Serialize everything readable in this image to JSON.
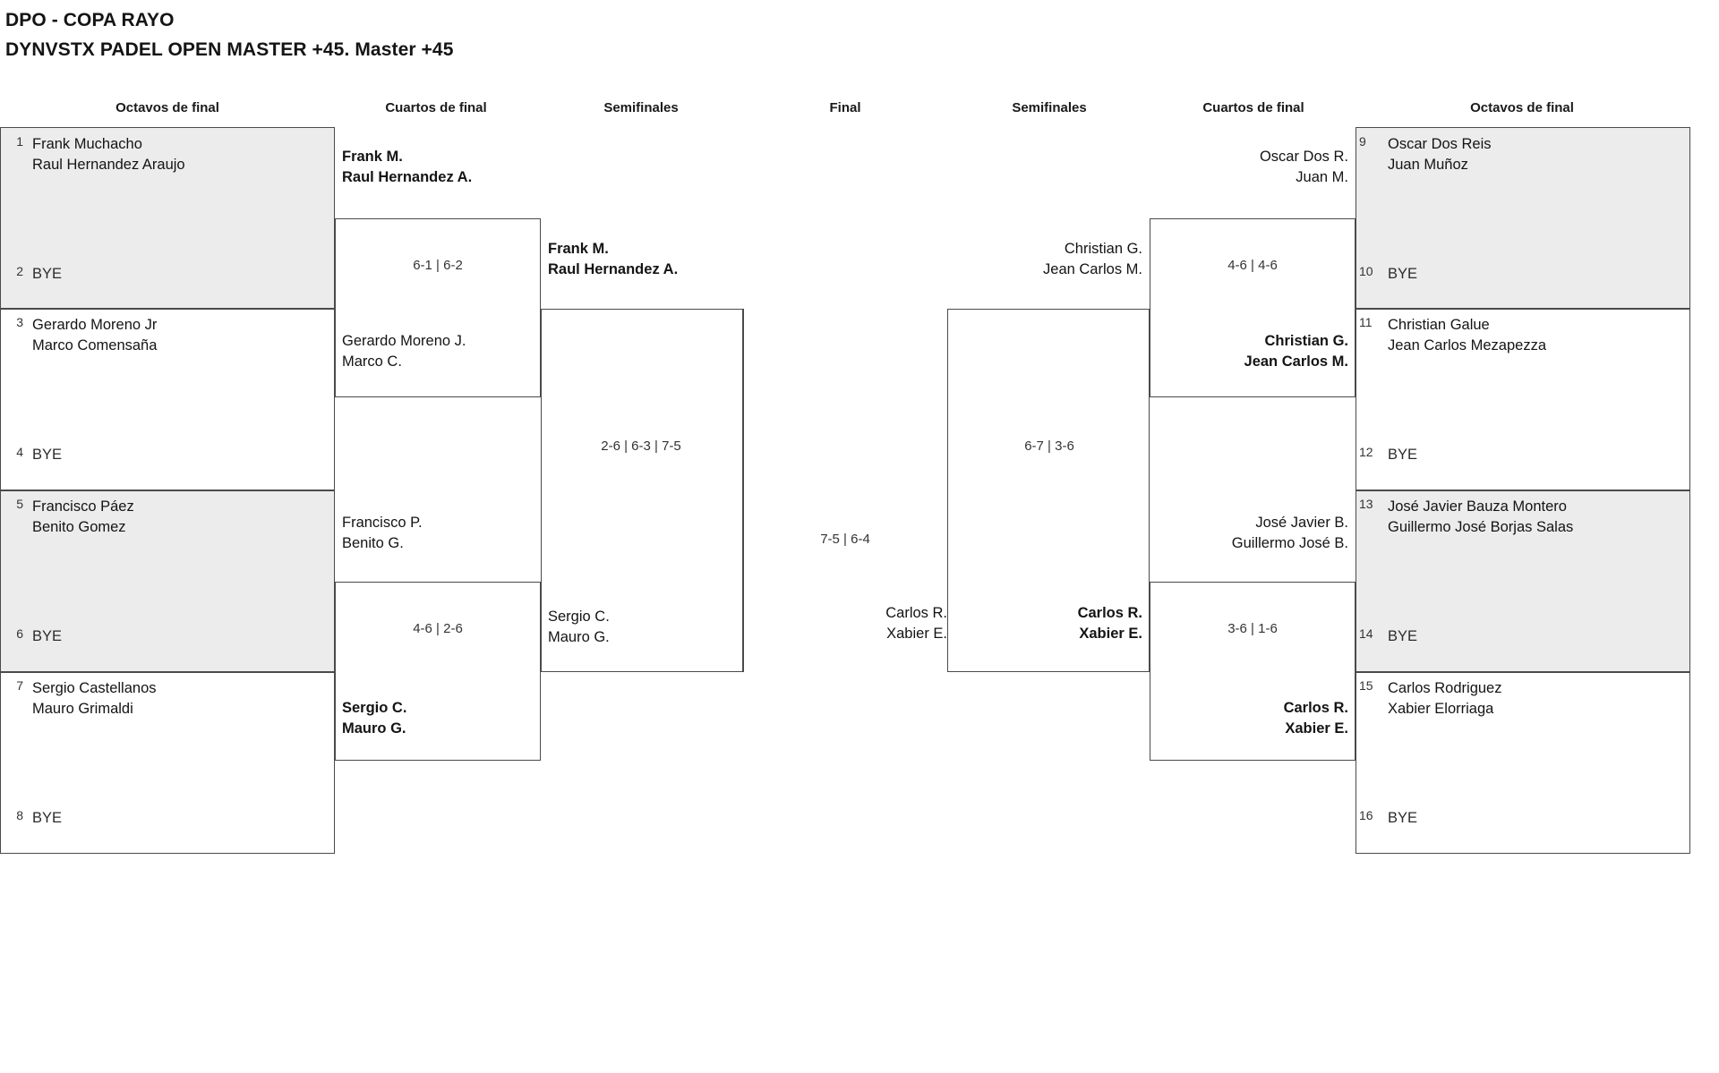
{
  "header": {
    "line1": "DPO - COPA RAYO",
    "line2": "DYNVSTX PADEL OPEN MASTER +45. Master +45"
  },
  "round_headers": {
    "left_octavos": "Octavos de final",
    "left_cuartos": "Cuartos de final",
    "left_semis": "Semifinales",
    "final": "Final",
    "right_semis": "Semifinales",
    "right_cuartos": "Cuartos de final",
    "right_octavos": "Octavos de final"
  },
  "bracket": {
    "left_octavos": [
      {
        "seed": "1",
        "line1": "Frank Muchacho",
        "line2": "Raul Hernandez Araujo",
        "bye": false
      },
      {
        "seed": "2",
        "line1": "BYE",
        "line2": "",
        "bye": true
      },
      {
        "seed": "3",
        "line1": "Gerardo Moreno Jr",
        "line2": "Marco Comensaña",
        "bye": false
      },
      {
        "seed": "4",
        "line1": "BYE",
        "line2": "",
        "bye": true
      },
      {
        "seed": "5",
        "line1": "Francisco Páez",
        "line2": "Benito Gomez",
        "bye": false
      },
      {
        "seed": "6",
        "line1": "BYE",
        "line2": "",
        "bye": true
      },
      {
        "seed": "7",
        "line1": "Sergio Castellanos",
        "line2": "Mauro Grimaldi",
        "bye": false
      },
      {
        "seed": "8",
        "line1": "BYE",
        "line2": "",
        "bye": true
      }
    ],
    "right_octavos": [
      {
        "seed": "9",
        "line1": "Oscar Dos Reis",
        "line2": "Juan Muñoz",
        "bye": false
      },
      {
        "seed": "10",
        "line1": "BYE",
        "line2": "",
        "bye": true
      },
      {
        "seed": "11",
        "line1": "Christian Galue",
        "line2": "Jean Carlos Mezapezza",
        "bye": false
      },
      {
        "seed": "12",
        "line1": "BYE",
        "line2": "",
        "bye": true
      },
      {
        "seed": "13",
        "line1": "José Javier Bauza Montero",
        "line2": "Guillermo José Borjas Salas",
        "bye": false
      },
      {
        "seed": "14",
        "line1": "BYE",
        "line2": "",
        "bye": true
      },
      {
        "seed": "15",
        "line1": "Carlos Rodriguez",
        "line2": "Xabier Elorriaga",
        "bye": false
      },
      {
        "seed": "16",
        "line1": "BYE",
        "line2": "",
        "bye": true
      }
    ],
    "left_cuartos": {
      "top_pair": {
        "line1": "Frank M.",
        "line2": "Raul Hernandez A.",
        "winner": true
      },
      "top_score": "6-1 | 6-2",
      "bottom_pair_top": {
        "line1": "Gerardo Moreno J.",
        "line2": "Marco C.",
        "winner": false
      },
      "second_pair_top": {
        "line1": "Francisco P.",
        "line2": "Benito G.",
        "winner": false
      },
      "bottom_score": "4-6 | 2-6",
      "bottom_pair": {
        "line1": "Sergio C.",
        "line2": "Mauro G.",
        "winner": true
      }
    },
    "left_semis": {
      "top_pair": {
        "line1": "Frank M.",
        "line2": "Raul Hernandez A.",
        "winner": true
      },
      "score": "2-6 | 6-3 | 7-5",
      "bottom_pair": {
        "line1": "Sergio C.",
        "line2": "Mauro G.",
        "winner": false
      }
    },
    "final": {
      "top_pair": {
        "line1": "Frank M.",
        "line2": "Raul Hernandez A.",
        "winner": true
      },
      "score": "7-5 | 6-4",
      "bottom_pair": {
        "line1": "Carlos R.",
        "line2": "Xabier E.",
        "winner": false
      }
    },
    "right_semis": {
      "top_pair": {
        "line1": "Christian G.",
        "line2": "Jean Carlos M.",
        "winner": false
      },
      "score": "6-7 | 3-6",
      "bottom_pair": {
        "line1": "Carlos R.",
        "line2": "Xabier E.",
        "winner": true
      }
    },
    "right_cuartos": {
      "top_pair": {
        "line1": "Oscar Dos R.",
        "line2": "Juan M.",
        "winner": false
      },
      "top_score": "4-6 | 4-6",
      "top_winner_pair": {
        "line1": "Christian G.",
        "line2": "Jean Carlos M.",
        "winner": true
      },
      "bottom_pair_top": {
        "line1": "José Javier B.",
        "line2": "Guillermo José B.",
        "winner": false
      },
      "bottom_score": "3-6 | 1-6",
      "bottom_winner_pair": {
        "line1": "Carlos R.",
        "line2": "Xabier E.",
        "winner": true
      }
    }
  }
}
